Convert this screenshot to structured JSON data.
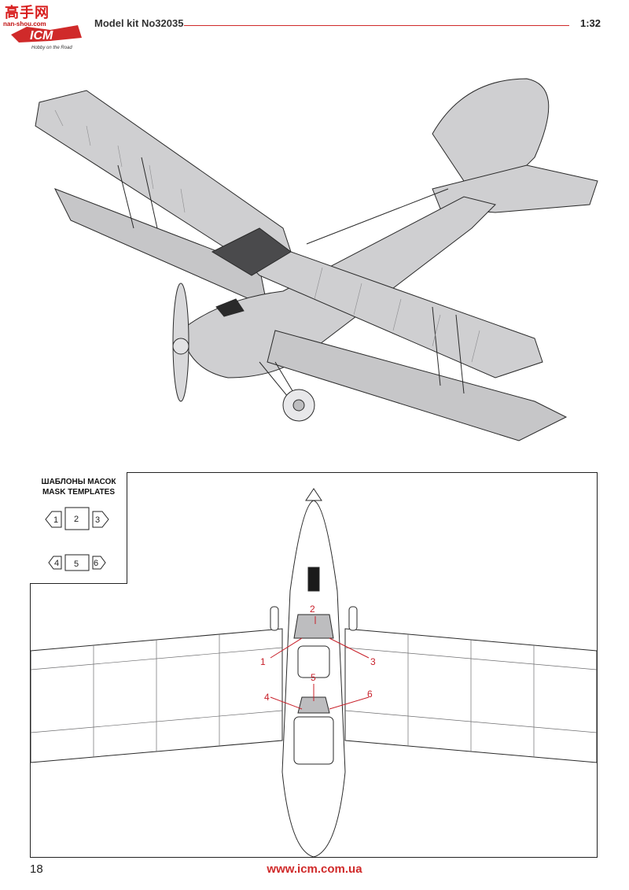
{
  "header": {
    "watermark": "高手网",
    "watermark_url": "nan-shou.com",
    "logo_text": "ICM",
    "logo_tagline": "Hobby on the Road",
    "kit_number": "Model kit No32035",
    "scale": "1:32"
  },
  "templates": {
    "title_ru": "ШАБЛОНЫ МАСОК",
    "title_en": "MASK TEMPLATES",
    "numbers": [
      "1",
      "2",
      "3",
      "4",
      "5",
      "6"
    ]
  },
  "callouts": [
    "1",
    "2",
    "3",
    "4",
    "5",
    "6"
  ],
  "footer": {
    "page_number": "18",
    "url": "www.icm.com.ua"
  },
  "colors": {
    "accent": "#d02a2a",
    "fabric": "#cfcfd1",
    "panel_dark": "#4a4a4c",
    "line": "#222222"
  }
}
